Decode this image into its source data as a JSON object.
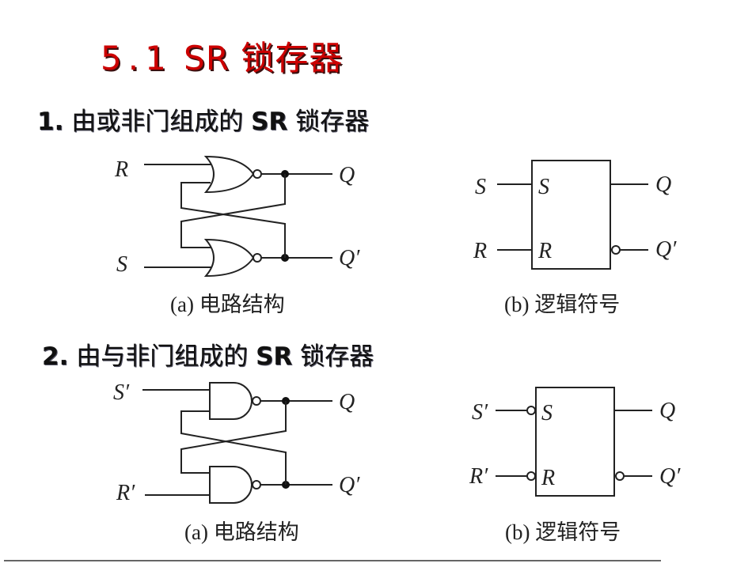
{
  "slide": {
    "title_number": "5.1",
    "title_text": "SR 锁存器",
    "title_color": "#cc0000"
  },
  "sections": [
    {
      "num": "1.",
      "pre": "由或非门组成的",
      "bold": "SR",
      "post": "锁存器",
      "circuit": {
        "gate_type": "NOR",
        "inputs": [
          "R",
          "S"
        ],
        "outputs": [
          "Q",
          "Q′"
        ],
        "caption": "(a) 电路结构"
      },
      "symbol": {
        "inputs": [
          "S",
          "R"
        ],
        "pins": [
          "S",
          "R"
        ],
        "outputs": [
          "Q",
          "Q′"
        ],
        "caption": "(b) 逻辑符号"
      }
    },
    {
      "num": "2.",
      "pre": "由与非门组成的",
      "bold": "SR",
      "post": "锁存器",
      "circuit": {
        "gate_type": "NAND",
        "inputs": [
          "S′",
          "R′"
        ],
        "outputs": [
          "Q",
          "Q′"
        ],
        "caption": "(a) 电路结构"
      },
      "symbol": {
        "inputs": [
          "S′",
          "R′"
        ],
        "pins": [
          "S",
          "R"
        ],
        "outputs": [
          "Q",
          "Q′"
        ],
        "caption": "(b) 逻辑符号"
      }
    }
  ]
}
